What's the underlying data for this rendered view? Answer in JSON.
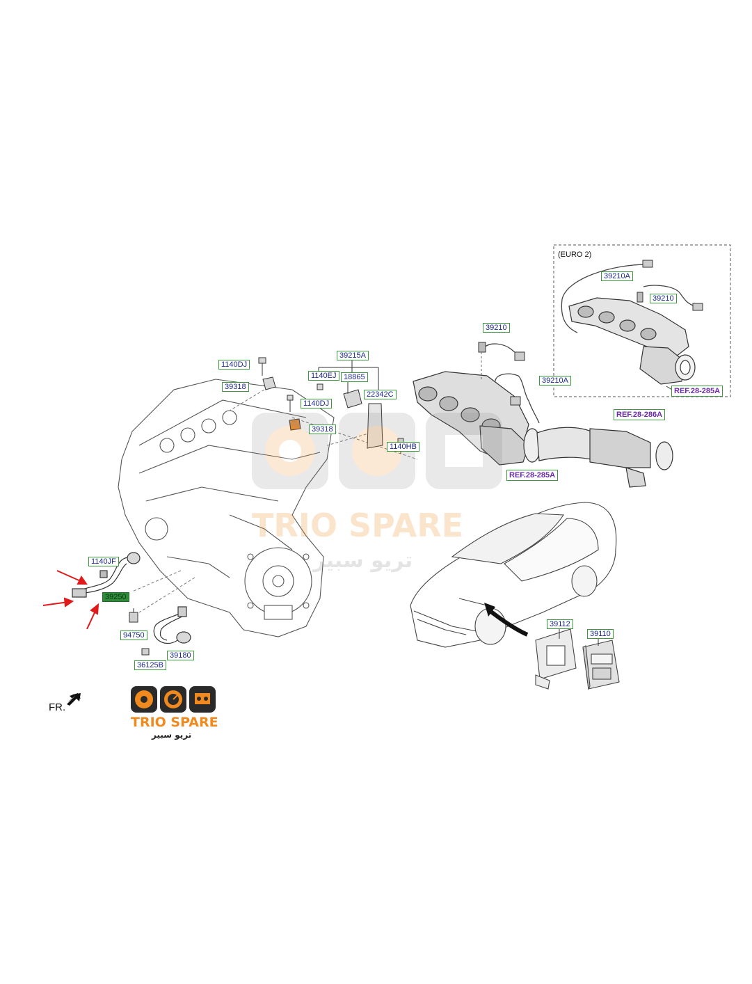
{
  "euro_box": {
    "title": "(EURO 2)"
  },
  "labels": {
    "p39210A_euro": "39210A",
    "p39210_euro": "39210",
    "ref28285A_euro": "REF.28-285A",
    "p39210_main": "39210",
    "p39210A_main": "39210A",
    "ref28286A": "REF.28-286A",
    "ref28285A_main": "REF.28-285A",
    "p1140DJ_a": "1140DJ",
    "p39318_a": "39318",
    "p1140DJ_b": "1140DJ",
    "p39318_b": "39318",
    "p39215A": "39215A",
    "p1140EJ": "1140EJ",
    "p18865": "18865",
    "p22342C": "22342C",
    "p1140HB": "1140HB",
    "p1140JF": "1140JF",
    "p39250": "39250",
    "p94750": "94750",
    "p39180": "39180",
    "p36125B": "36125B",
    "p39112": "39112",
    "p39110": "39110"
  },
  "direction": {
    "front": "FR."
  },
  "watermark": {
    "brand": "TRIO SPARE",
    "arabic": "تريو سبير"
  },
  "logo": {
    "brand": "TRIO SPARE",
    "arabic": "تريو سبير"
  },
  "colors": {
    "label_text": "#1b2a8c",
    "label_border": "#3b9a3b",
    "ref_text": "#6b2aa6",
    "arrow": "#e01a1a",
    "logo_orange": "#f08a1e"
  }
}
